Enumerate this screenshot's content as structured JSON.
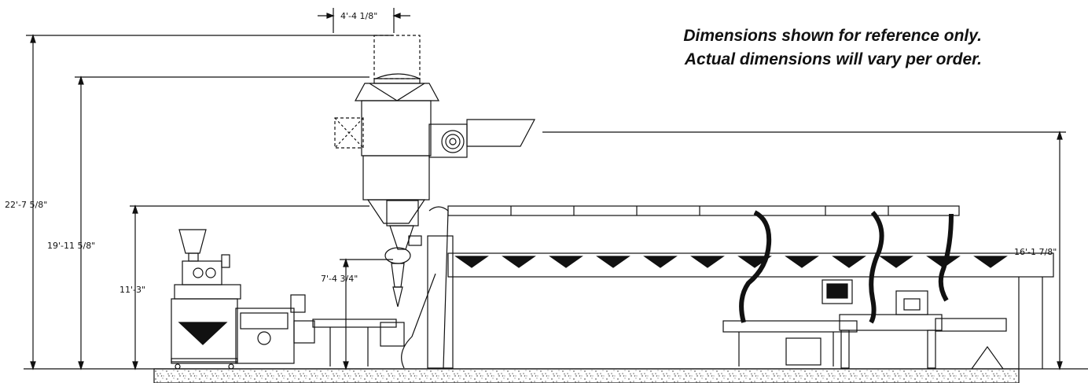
{
  "notes": {
    "line1": "Dimensions shown for reference only.",
    "line2": "Actual dimensions will vary per order."
  },
  "dimensions": {
    "overall_height": "22'-7 5/8\"",
    "top_height": "19'-11 5/8\"",
    "mid_height": "11'-3\"",
    "hopper_height": "7'-4 3/4\"",
    "right_height": "16'-1 7/8\"",
    "top_width": "4'-4 1/8\""
  }
}
